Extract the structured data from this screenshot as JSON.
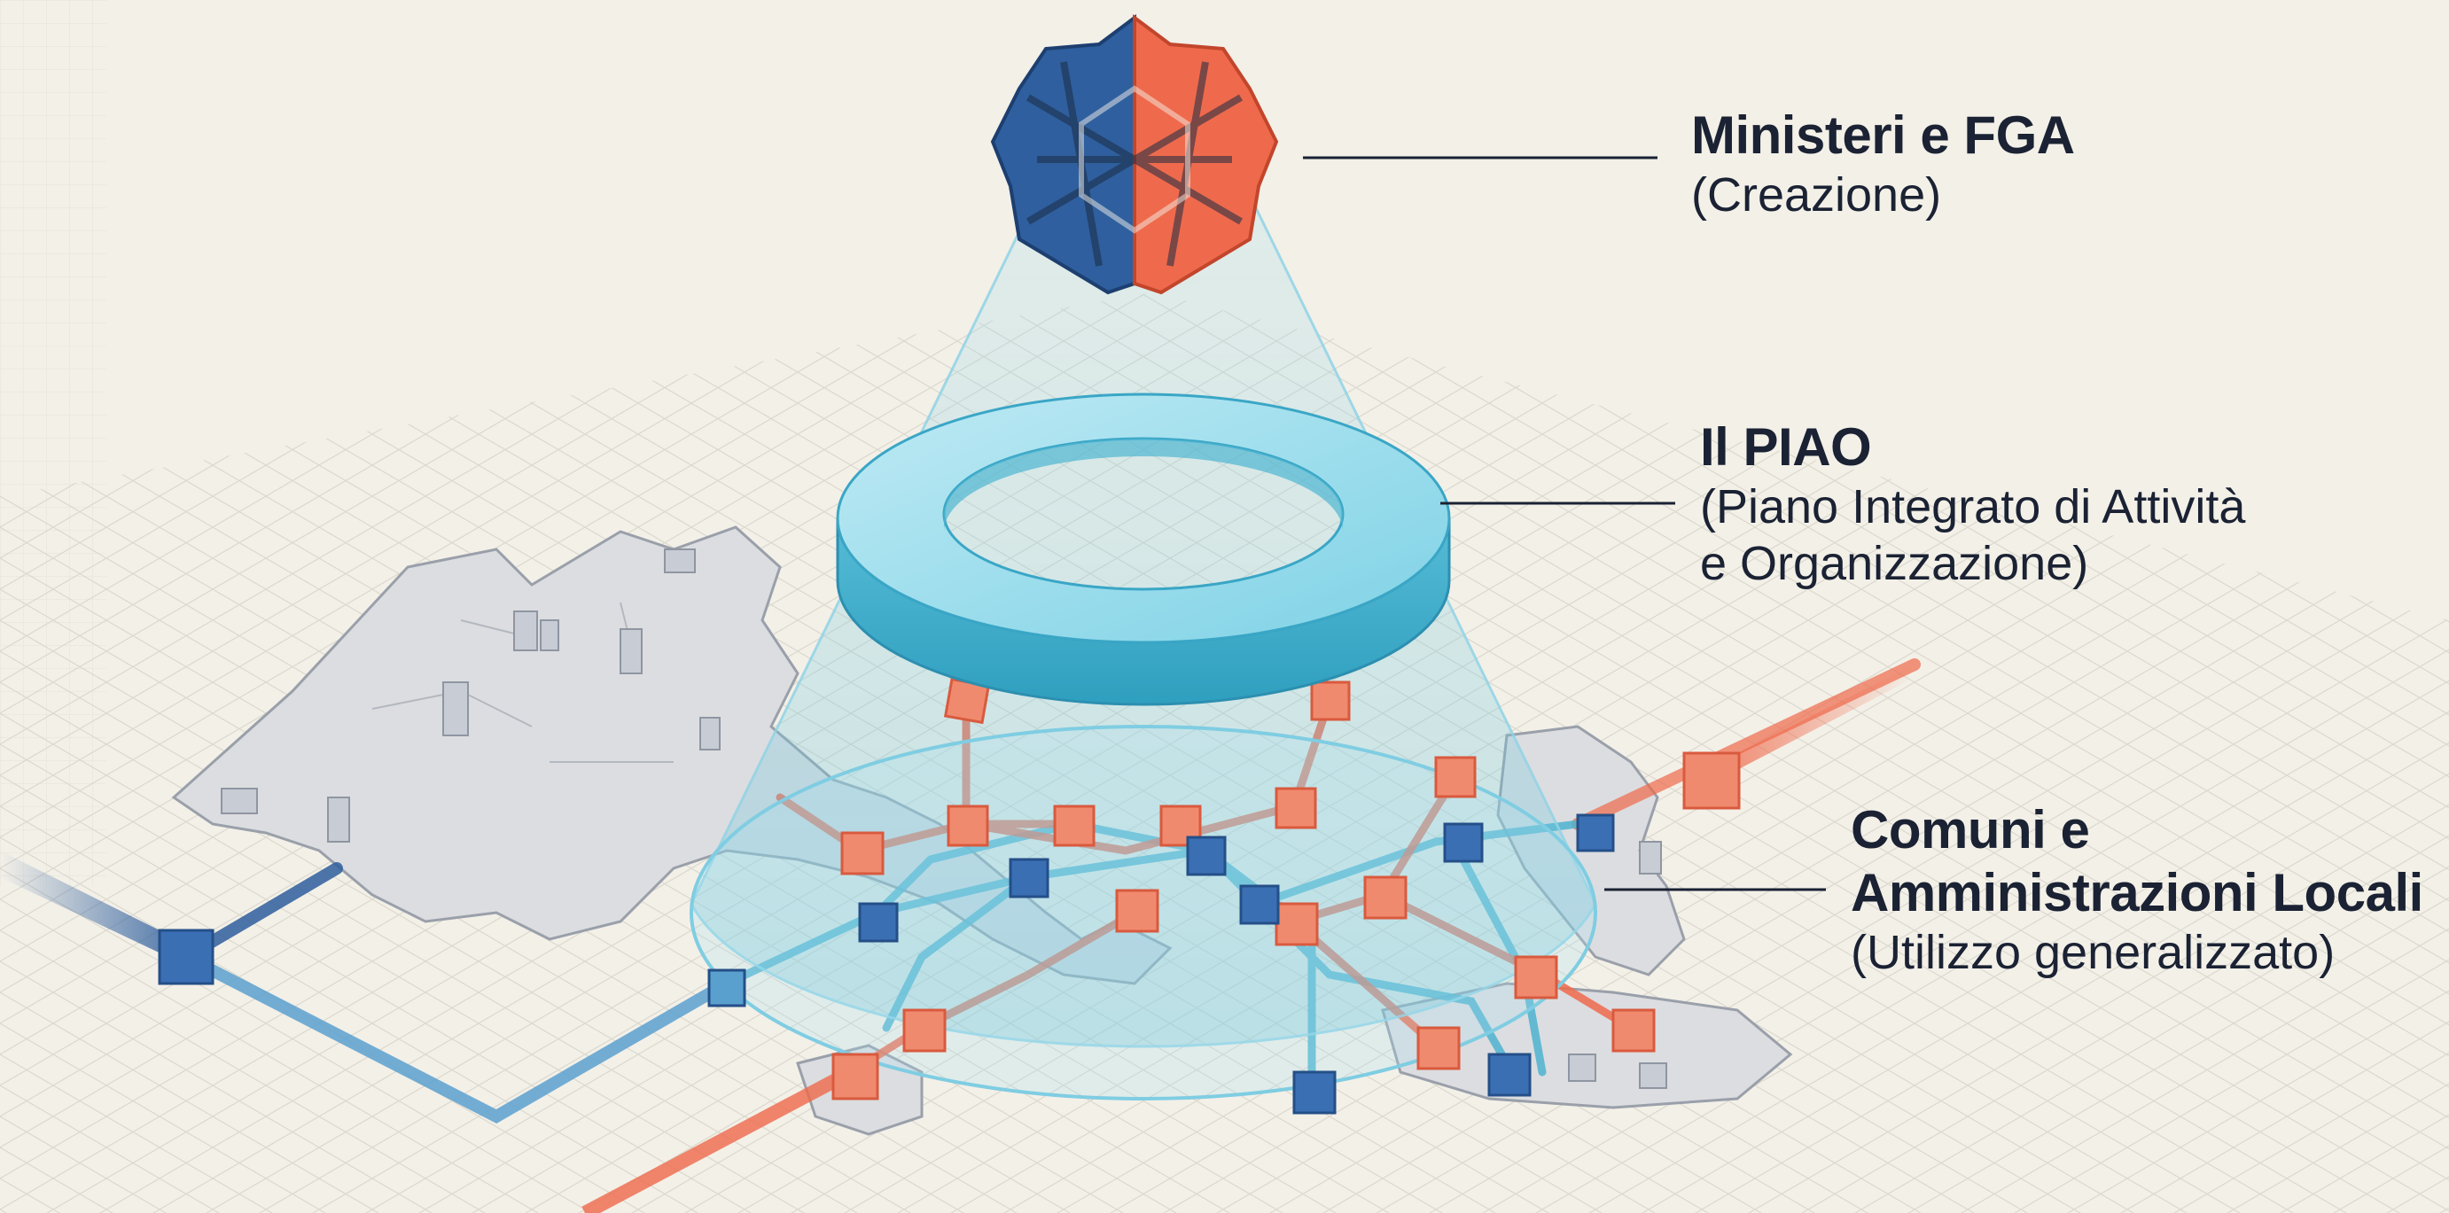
{
  "labels": {
    "top": {
      "title": "Ministeri e FGA",
      "subtitle": "(Creazione)"
    },
    "middle": {
      "title": "Il PIAO",
      "subtitle_line1": "(Piano Integrato di Attività",
      "subtitle_line2": "e Organizzazione)"
    },
    "bottom": {
      "title_line1": "Comuni e",
      "title_line2": "Amministrazioni Locali",
      "subtitle": "(Utilizzo generalizzato)"
    }
  },
  "colors": {
    "background": "#f3f0e8",
    "blue": "#2f5f9e",
    "orange": "#ef6a4c",
    "cyan": "#4fc3dc",
    "map_fill": "#dcdde0",
    "text": "#1a2233"
  },
  "icons": {
    "emblem": "interlocking-knot-emblem-icon",
    "ring": "piao-ring-icon",
    "map": "italy-map-icon",
    "nodes": "network-node-icon"
  }
}
